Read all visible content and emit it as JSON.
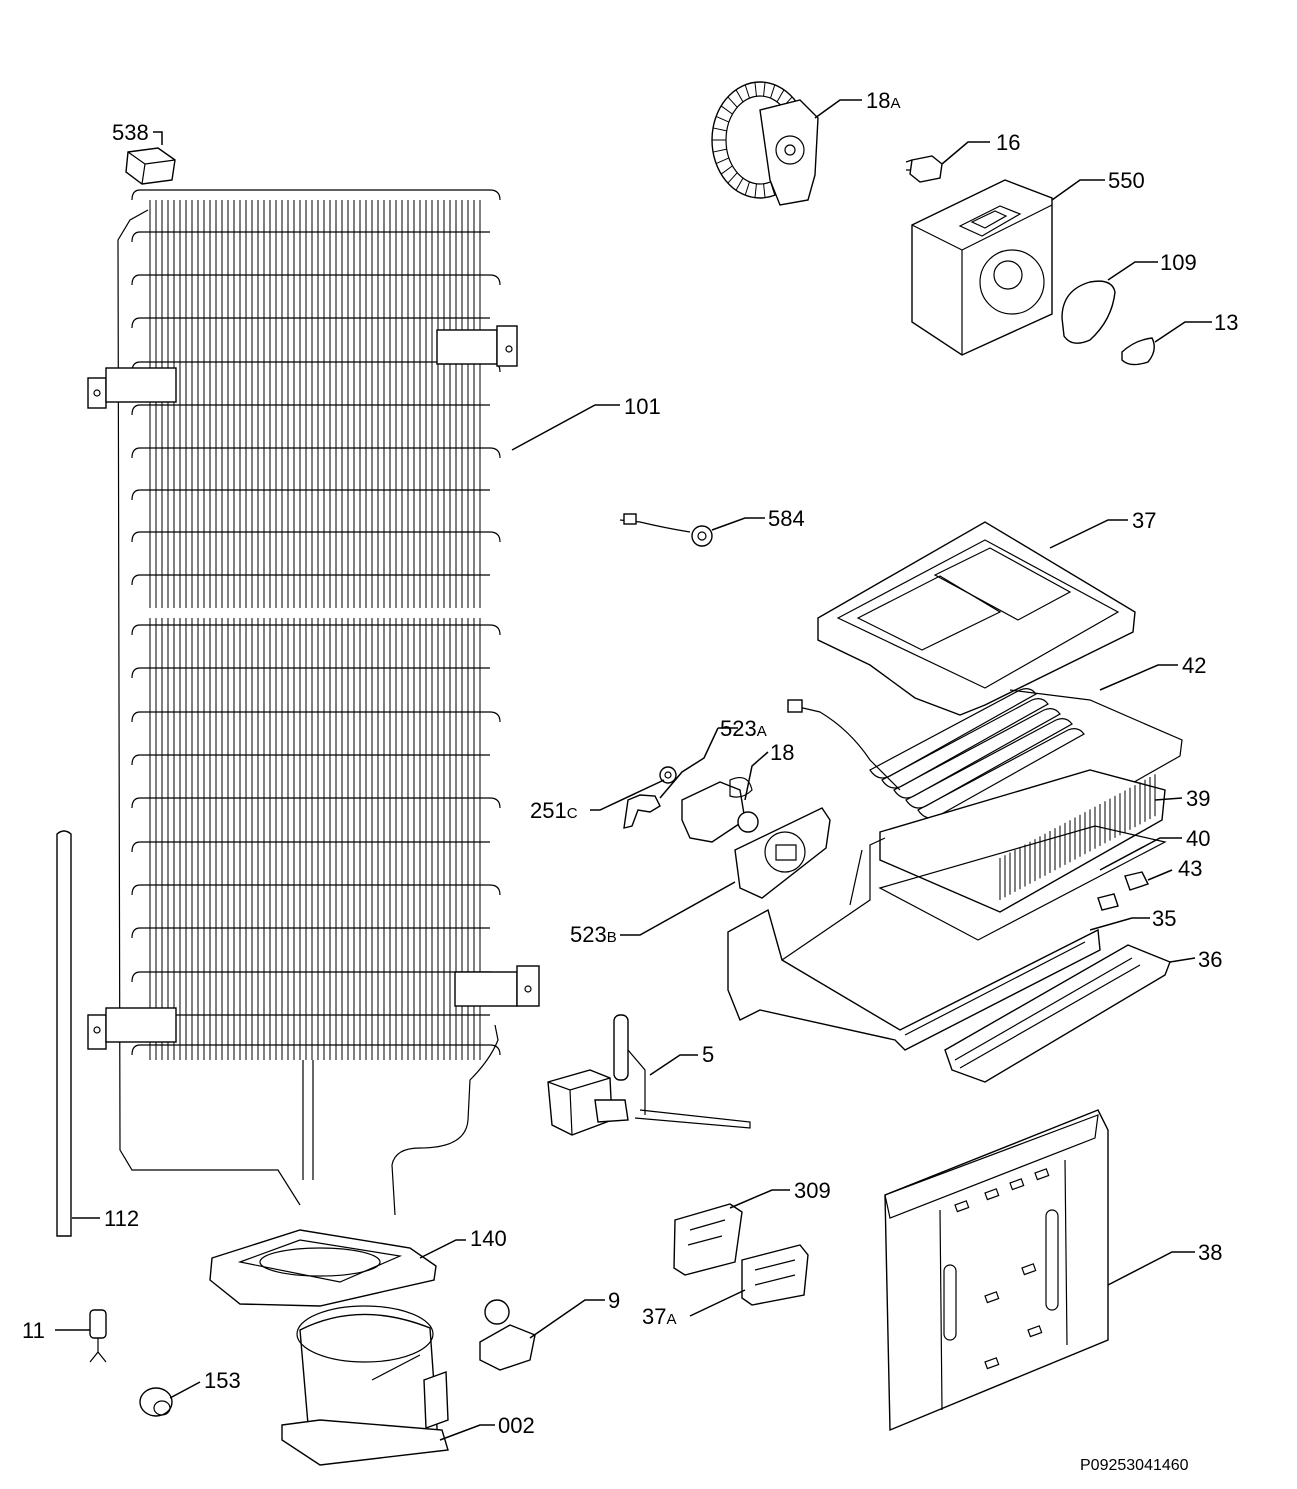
{
  "diagram": {
    "reference_code": "P09253041460",
    "labels": [
      {
        "id": "p538",
        "text": "538"
      },
      {
        "id": "p18a",
        "text": "18",
        "suffix": "A"
      },
      {
        "id": "p16",
        "text": "16"
      },
      {
        "id": "p550",
        "text": "550"
      },
      {
        "id": "p109",
        "text": "109"
      },
      {
        "id": "p13",
        "text": "13"
      },
      {
        "id": "p101",
        "text": "101"
      },
      {
        "id": "p584",
        "text": "584"
      },
      {
        "id": "p37",
        "text": "37"
      },
      {
        "id": "p42",
        "text": "42"
      },
      {
        "id": "p523a",
        "text": "523",
        "suffix": "A"
      },
      {
        "id": "p18",
        "text": "18"
      },
      {
        "id": "p251c",
        "text": "251",
        "suffix": "C"
      },
      {
        "id": "p39",
        "text": "39"
      },
      {
        "id": "p40",
        "text": "40"
      },
      {
        "id": "p43",
        "text": "43"
      },
      {
        "id": "p35",
        "text": "35"
      },
      {
        "id": "p523b",
        "text": "523",
        "suffix": "B"
      },
      {
        "id": "p36",
        "text": "36"
      },
      {
        "id": "p5",
        "text": "5"
      },
      {
        "id": "p112",
        "text": "112"
      },
      {
        "id": "p140",
        "text": "140"
      },
      {
        "id": "p309",
        "text": "309"
      },
      {
        "id": "p38",
        "text": "38"
      },
      {
        "id": "p9",
        "text": "9"
      },
      {
        "id": "p37a",
        "text": "37",
        "suffix": "A"
      },
      {
        "id": "p11",
        "text": "11"
      },
      {
        "id": "p153",
        "text": "153"
      },
      {
        "id": "p002",
        "text": "002"
      }
    ]
  }
}
